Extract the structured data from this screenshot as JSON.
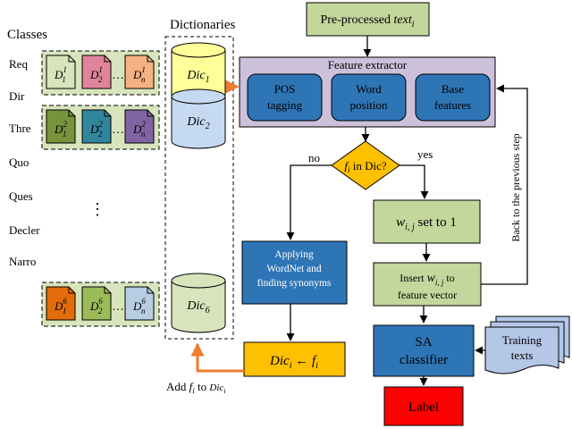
{
  "classes": {
    "title": "Classes",
    "items": [
      "Req",
      "Dir",
      "Thre",
      "Quo",
      "Ques",
      "Decler",
      "Narro"
    ],
    "ellipsis": "⋮"
  },
  "dictionaries_title": "Dictionaries",
  "doc_rows": [
    {
      "docs": [
        {
          "base": "D",
          "sub": "1",
          "sup": "1"
        },
        {
          "base": "D",
          "sub": "2",
          "sup": "1"
        },
        {
          "base": "D",
          "sub": "n",
          "sup": "1"
        }
      ],
      "colors": [
        "#d8e4bc",
        "#e0849a",
        "#f4b183"
      ],
      "dic_base": "Dic",
      "dic_sub": "1",
      "dic_color": "#ffff99"
    },
    {
      "docs": [
        {
          "base": "D",
          "sub": "1",
          "sup": "2"
        },
        {
          "base": "D",
          "sub": "2",
          "sup": "2"
        },
        {
          "base": "D",
          "sub": "n",
          "sup": "2"
        }
      ],
      "colors": [
        "#77933c",
        "#31859c",
        "#8064a2"
      ],
      "dic_base": "Dic",
      "dic_sub": "2",
      "dic_color": "#c5d9f1"
    },
    {
      "docs": [
        {
          "base": "D",
          "sub": "1",
          "sup": "6"
        },
        {
          "base": "D",
          "sub": "2",
          "sup": "6"
        },
        {
          "base": "D",
          "sub": "n",
          "sup": "6"
        }
      ],
      "colors": [
        "#e36c0a",
        "#9bbb59",
        "#b7cde4"
      ],
      "dic_base": "Dic",
      "dic_sub": "6",
      "dic_color": "#d8e4bc"
    }
  ],
  "dots": "…",
  "preprocessed": {
    "label": "Pre-processed ",
    "var_base": "text",
    "var_sub": "i"
  },
  "feature_extractor": {
    "title": "Feature extractor",
    "boxes": [
      [
        "POS",
        "tagging"
      ],
      [
        "Word",
        "position"
      ],
      [
        "Base",
        "features"
      ]
    ]
  },
  "decision": {
    "f_base": "f",
    "f_sub": "i",
    "rest": " in Dic?",
    "no": "no",
    "yes": "yes"
  },
  "set_box": {
    "w_base": "w",
    "w_sub": "i, j",
    "rest": " set to 1"
  },
  "insert_box": {
    "line1": "Insert ",
    "w_base": "w",
    "w_sub": "i, j",
    "line1_end": " to",
    "line2": "feature vector"
  },
  "wordnet_box": [
    "Applying",
    "WordNet and",
    "finding synonyms"
  ],
  "dic_update": {
    "lhs_base": "Dic",
    "lhs_sub": "i",
    "arrow": " ← ",
    "rhs_base": "f",
    "rhs_sub": "i"
  },
  "add_label": {
    "text": "Add ",
    "f_base": "f",
    "f_sub": "i",
    "mid": " to ",
    "dic_base": "Dic",
    "dic_sub": "i"
  },
  "classifier": [
    "SA",
    "classifier"
  ],
  "training": [
    "Training",
    "texts"
  ],
  "label_box": "Label",
  "back_label": "Back to the previous step",
  "colors": {
    "green_box": "#c3d69b",
    "fe_bg": "#ccc0da",
    "blue_box": "#2e75b6",
    "decision": "#ffc000",
    "orange": "#ed7d31",
    "label": "#ff0000",
    "cyl_blue": "#c5d9f1",
    "train_blue": "#b4c7e7"
  }
}
